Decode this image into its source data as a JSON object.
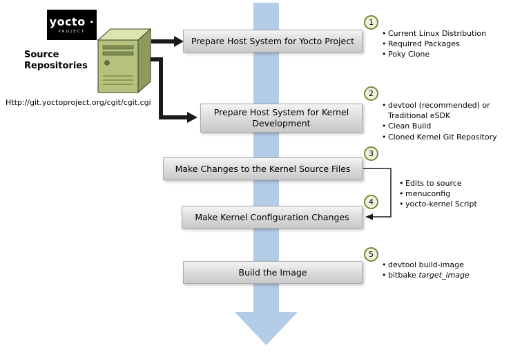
{
  "logo": {
    "brand": "yocto ·",
    "tagline": "PROJECT"
  },
  "source": {
    "label": "Source Repositories",
    "url": "Http://git.yoctoproject.org/cgit/cgit.cgi"
  },
  "steps": [
    {
      "num": "1",
      "title": "Prepare Host System for Yocto Project",
      "bullets": [
        "Current Linux Distribution",
        "Required Packages",
        "Poky Clone"
      ]
    },
    {
      "num": "2",
      "title": "Prepare Host System for Kernel Development",
      "bullets": [
        "devtool (recommended) or Traditional eSDK",
        "Clean Build",
        "Cloned Kernel Git Repository"
      ]
    },
    {
      "num": "3",
      "title": "Make Changes to the Kernel Source Files"
    },
    {
      "num": "4",
      "title": "Make Kernel Configuration Changes"
    },
    {
      "num": "5",
      "title": "Build the Image",
      "bullets": [
        "devtool build-image"
      ],
      "bitbake": {
        "normal": "bitbake ",
        "italic": "target_image"
      }
    }
  ],
  "shared_bullets_steps_3_4": [
    "Edits to source",
    "menuconfig",
    "yocto-kernel Script"
  ],
  "colors": {
    "flow_arrow": "#b3cde8",
    "step_box_top": "#f4f4f4",
    "step_box_bottom": "#c9c9c9",
    "badge_fill": "#eef2dc",
    "badge_border": "#76883d",
    "server_front": "#b5c17c",
    "server_top": "#dce4b0",
    "server_side": "#8c9a5e",
    "connector_black": "#1a1a1a"
  }
}
